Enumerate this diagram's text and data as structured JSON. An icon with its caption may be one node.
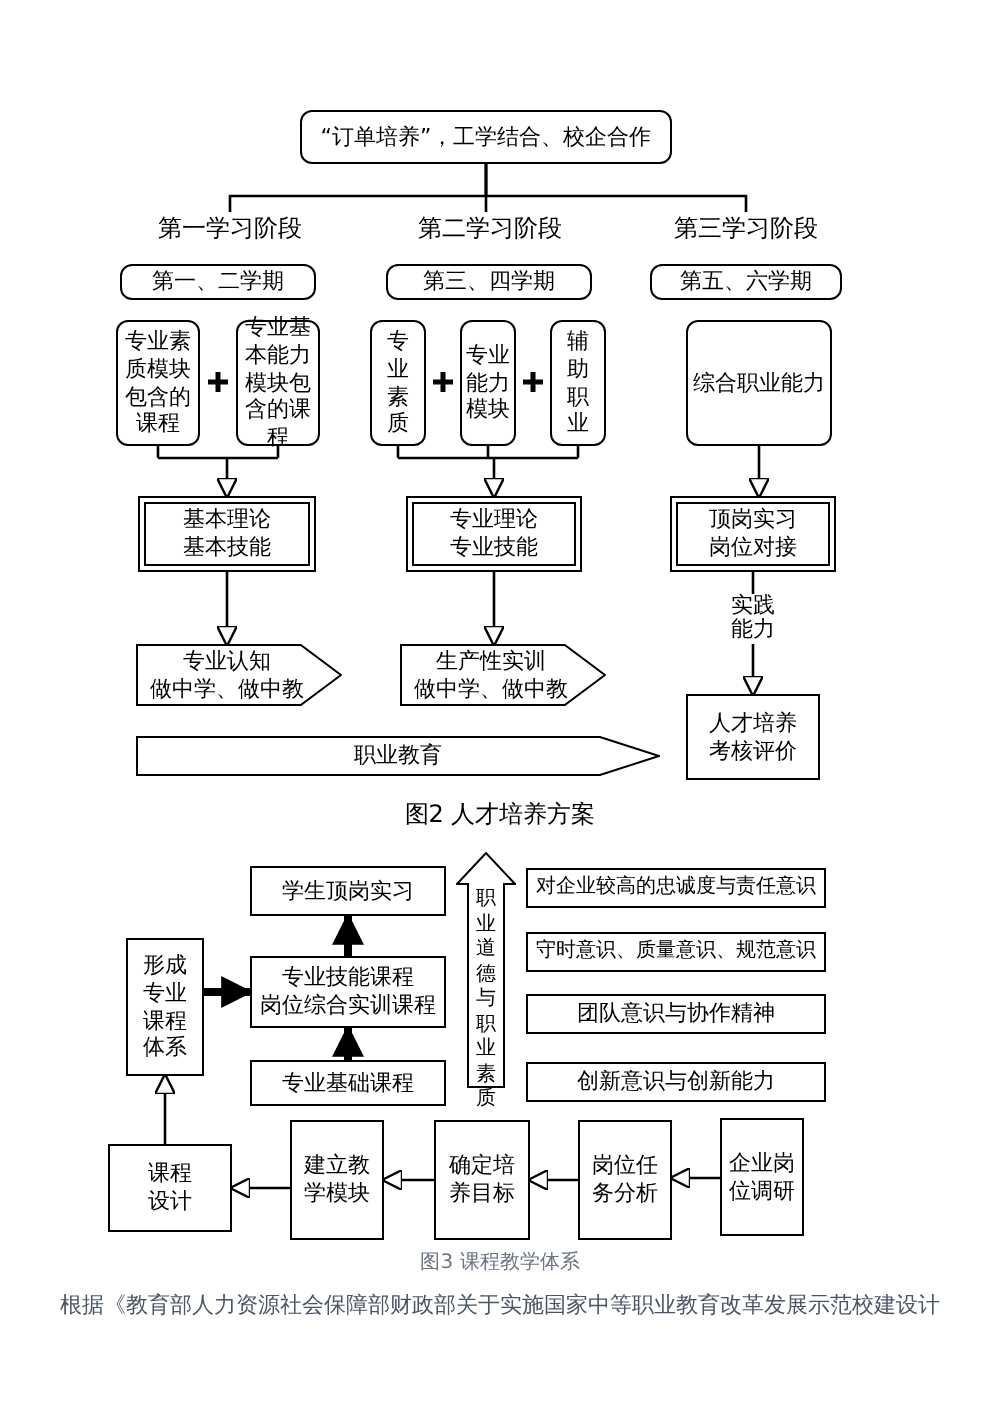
{
  "diagram": {
    "nodes": [
      {
        "text": [
          "“订单培养”，工学结合、校企合作"
        ]
      },
      {
        "text": [
          "第一学习阶段"
        ]
      },
      {
        "text": [
          "第二学习阶段"
        ]
      },
      {
        "text": [
          "第三学习阶段"
        ]
      },
      {
        "text": [
          "第一、二学期"
        ]
      },
      {
        "text": [
          "第三、四学期"
        ]
      },
      {
        "text": [
          "第五、六学期"
        ]
      },
      {
        "text": [
          "专业素质模块包含的课程"
        ]
      },
      {
        "text": [
          "专业基本能力模块包含的课程"
        ]
      },
      {
        "text": [
          "专业素质"
        ]
      },
      {
        "text": [
          "专业能力模块"
        ]
      },
      {
        "text": [
          "辅助职业"
        ]
      },
      {
        "text": [
          "综合职业能力"
        ]
      },
      {
        "text": [
          "基本理论",
          "基本技能"
        ]
      },
      {
        "text": [
          "专业理论",
          "专业技能"
        ]
      },
      {
        "text": [
          "顶岗实习",
          "岗位对接"
        ]
      },
      {
        "text": [
          "专业认知",
          "做中学、做中教"
        ]
      },
      {
        "text": [
          "生产性实训",
          "做中学、做中教"
        ]
      },
      {
        "text": [
          "人才培养考核评价"
        ]
      },
      {
        "text": [
          "职业教育"
        ]
      },
      {
        "text": [
          "学生顶岗实习"
        ]
      },
      {
        "text": [
          "形成专业课程体系"
        ]
      },
      {
        "text": [
          "专业技能课程",
          "岗位综合实训课程"
        ]
      },
      {
        "text": [
          "职业道德与职业素质"
        ]
      },
      {
        "text": [
          "对企业较高的忠诚度与责任意识"
        ]
      },
      {
        "text": [
          "守时意识、质量意识、规范意识"
        ]
      },
      {
        "text": [
          "团队意识与协作精神"
        ]
      },
      {
        "text": [
          "创新意识与创新能力"
        ]
      },
      {
        "text": [
          "专业基础课程"
        ]
      },
      {
        "text": [
          "课程设计"
        ]
      },
      {
        "text": [
          "建立教学模块"
        ]
      },
      {
        "text": [
          "确定培养目标"
        ]
      },
      {
        "text": [
          "岗位任务分析"
        ]
      },
      {
        "text": [
          "企业岗位调研"
        ]
      }
    ],
    "edges": [
      {
        "from": 0,
        "to": 1,
        "arrow": "none"
      },
      {
        "from": 0,
        "to": 2,
        "arrow": "none"
      },
      {
        "from": 0,
        "to": 3,
        "arrow": "none"
      },
      {
        "from": 7,
        "to": 13,
        "arrow": "to"
      },
      {
        "from": 8,
        "to": 13,
        "arrow": "to"
      },
      {
        "from": 9,
        "to": 14,
        "arrow": "to"
      },
      {
        "from": 10,
        "to": 14,
        "arrow": "to"
      },
      {
        "from": 11,
        "to": 14,
        "arrow": "to"
      },
      {
        "from": 12,
        "to": 15,
        "arrow": "to"
      },
      {
        "from": 13,
        "to": 16,
        "arrow": "to"
      },
      {
        "from": 14,
        "to": 17,
        "arrow": "to"
      },
      {
        "from": 15,
        "to": 18,
        "arrow": "to",
        "label": "实践能力"
      },
      {
        "from": 21,
        "to": 22,
        "arrow": "to",
        "style": "thick"
      },
      {
        "from": 22,
        "to": 20,
        "arrow": "to",
        "style": "thick"
      },
      {
        "from": 28,
        "to": 22,
        "arrow": "to",
        "style": "thick"
      },
      {
        "from": 29,
        "to": 21,
        "arrow": "to"
      },
      {
        "from": 33,
        "to": 32,
        "arrow": "to"
      },
      {
        "from": 32,
        "to": 31,
        "arrow": "to"
      },
      {
        "from": 31,
        "to": 30,
        "arrow": "to"
      },
      {
        "from": 30,
        "to": 29,
        "arrow": "to"
      }
    ],
    "labels": [
      "图2 人才培养方案",
      "图3 课程教学体系",
      "根据《教育部人力资源社会保障部财政部关于实施国家中等职业教育改革发展示范校建设计"
    ]
  }
}
